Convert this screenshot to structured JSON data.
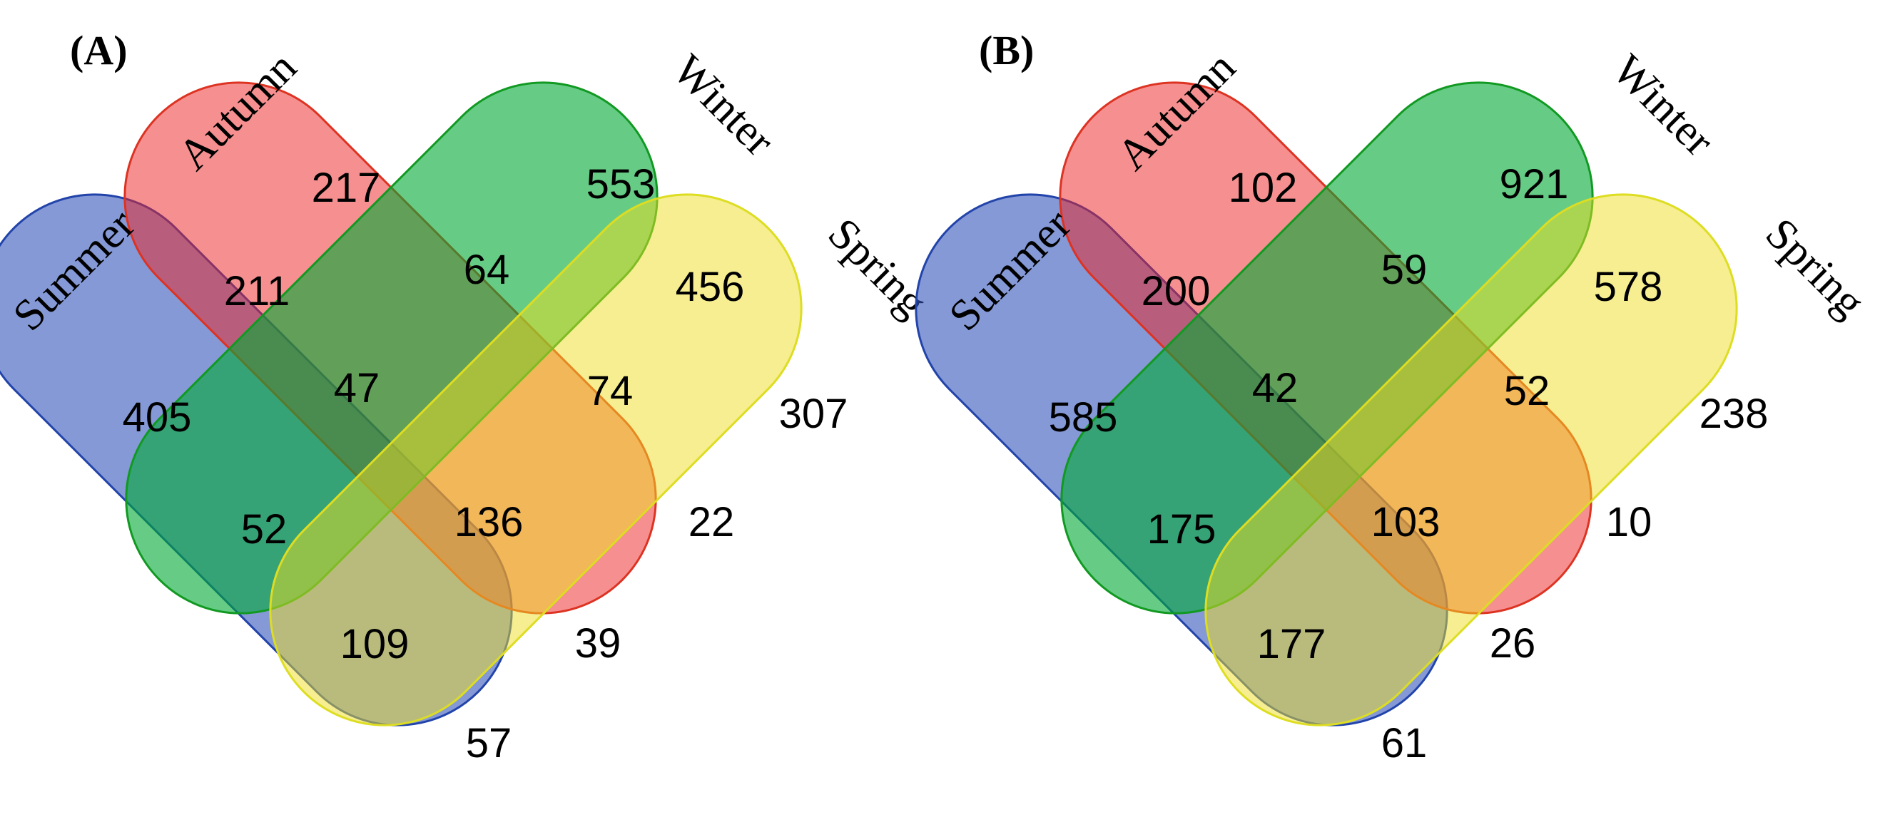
{
  "sets": {
    "summer": {
      "label": "Summer",
      "color": "#3355bb"
    },
    "autumn": {
      "label": "Autumn",
      "color": "#ee2222"
    },
    "winter": {
      "label": "Winter",
      "color": "#00aa33"
    },
    "spring": {
      "label": "Spring",
      "color": "#eedd22"
    }
  },
  "panels": [
    {
      "label": "(A)",
      "counts": {
        "summer_only": "405",
        "autumn_only": "217",
        "winter_only": "553",
        "spring_only": "307",
        "summer_autumn": "211",
        "autumn_winter": "64",
        "winter_spring": "456",
        "summer_autumn_winter": "47",
        "autumn_winter_spring": "74",
        "summer_winter": "52",
        "all_four": "136",
        "autumn_spring": "22",
        "summer_winter_spring": "109",
        "summer_autumn_spring": "39",
        "summer_spring": "57"
      }
    },
    {
      "label": "(B)",
      "counts": {
        "summer_only": "585",
        "autumn_only": "102",
        "winter_only": "921",
        "spring_only": "238",
        "summer_autumn": "200",
        "autumn_winter": "59",
        "winter_spring": "578",
        "summer_autumn_winter": "42",
        "autumn_winter_spring": "52",
        "summer_winter": "175",
        "all_four": "103",
        "autumn_spring": "10",
        "summer_winter_spring": "177",
        "summer_autumn_spring": "26",
        "summer_spring": "61"
      }
    }
  ]
}
